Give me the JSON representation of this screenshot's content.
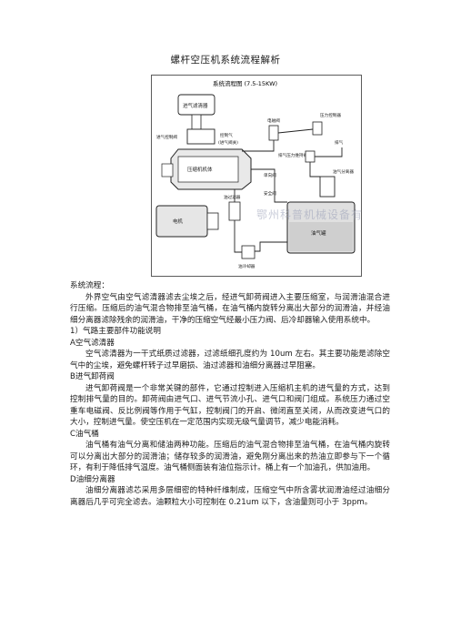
{
  "document": {
    "title": "螺杆空压机系统流程解析"
  },
  "figure": {
    "flow_title": "系统流程图 (7.5-15KW)",
    "watermark": "鄂州科普机械设备有限公司",
    "labels": {
      "air_filter": "进气滤清器",
      "intake_control_valve": "进气控制阀",
      "control_air": "控制气",
      "intake_valve_note": "(进气阀关)",
      "compressor_body": "压缩机机体",
      "solenoid_valve": "电磁阀",
      "pressure_controller": "压力控制器",
      "exhaust": "排气",
      "min_pressure_valve": "排气压力维持阀",
      "separator": "油气分离器",
      "check_valve": "单向阀",
      "safety_valve": "安全阀",
      "motor": "电机",
      "oil_filter": "油过滤器",
      "oil_tank": "油气罐",
      "cooler": "油冷却器"
    }
  },
  "body": {
    "p1": "系统流程：",
    "p2": "外界空气由空气滤清器滤去尘埃之后，经进气卸荷阀进入主要压缩室，与润滑油混合进行压缩。压缩后的油气混合物排至油气桶，在油气桶内旋转分离出大部分的润滑油，并经油细分离器滤除残余的润滑油，干净的压缩空气经最小压力阀、后冷却器输入使用系统中。",
    "p3": "1）气路主要部件功能说明",
    "p4": "A空气滤清器",
    "p5": "空气滤清器为一干式纸质过滤器，过滤纸细孔度约为 10um 左右。其主要功能是滤除空气中的尘埃，避免螺杆转子过早磨损、油过滤器和油细分离器过早阻塞。",
    "p6": "B进气卸荷阀",
    "p7": "进气卸荷阀是一个非常关键的部件，它通过控制进入压缩机主机的进气量的方式，达到控制排气量的目的。卸荷阀由进气口、进气节流小孔、进气口和阀门组成。系统压力通过空重车电磁阀、反比例阀等作用于气缸，控制阀门的开启、微闭直至关闭，从而改变进气口的大小，控制进气量。使空压机在一定范围内实现无级气量调节，减少电能消耗。",
    "p8": "C油气桶",
    "p9": "油气桶有油气分离和储油两种功能。压缩后的油气混合物排至油气桶，在油气桶内旋转可以分离出大部分的润滑油；储存较多的润滑油，避免刚分离出来的热油立即参与下一个循环，有利于降低排气温度。油气桶侧面装有油位指示计。桶上有一个加油孔，供加油用。",
    "p10": "D油细分离器",
    "p11": "油细分离器滤芯采用多层细密的特种纤维制成，压缩空气中所含雾状润滑油经过油细分离器后几乎可完全滤去。油颗粒大小可控制在 0.21um 以下，含油量则可小于 3ppm。"
  }
}
